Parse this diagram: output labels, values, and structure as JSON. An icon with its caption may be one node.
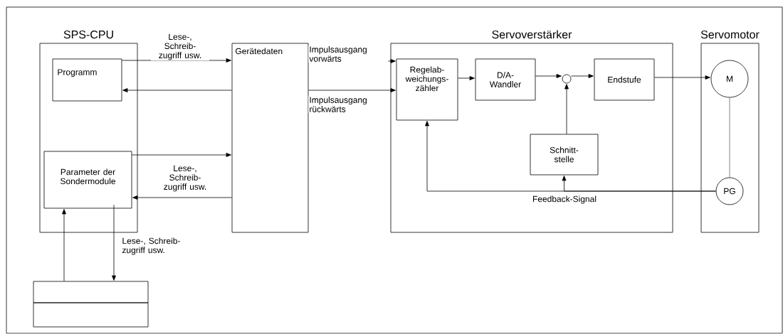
{
  "diagram": {
    "nodes": [
      {
        "text": [
          "SPS-CPU"
        ]
      },
      {
        "text": [
          "Programm"
        ],
        "in": 0
      },
      {
        "text": [
          "Parameter der Sondermodule"
        ],
        "in": 0
      },
      {
        "text": [
          "Gerätedaten"
        ]
      },
      {
        "text": [
          "Servoverstärker"
        ]
      },
      {
        "text": [
          "Regelab- weichungs- zähler"
        ],
        "in": 4
      },
      {
        "text": [
          "D/A- Wandler"
        ],
        "in": 4
      },
      {
        "text": [],
        "shape": "circle",
        "in": 4
      },
      {
        "text": [
          "Endstufe"
        ],
        "in": 4
      },
      {
        "text": [
          "Schnitt- stelle"
        ],
        "in": 4
      },
      {
        "text": [
          "Servomotor"
        ]
      },
      {
        "text": [
          "M"
        ],
        "in": 10
      },
      {
        "text": [
          "PG"
        ],
        "in": 10
      },
      {
        "text": [],
        "shape": "box"
      },
      {
        "text": [],
        "shape": "box"
      }
    ],
    "edges": [
      {
        "from": 1,
        "to": 3,
        "arrow": "to",
        "label": "Lese-, Schreib- zugriff usw."
      },
      {
        "from": 3,
        "to": 1,
        "arrow": "to"
      },
      {
        "from": 2,
        "to": 3,
        "arrow": "to",
        "label": "Lese-, Schreib- zugriff usw."
      },
      {
        "from": 3,
        "to": 2,
        "arrow": "to"
      },
      {
        "from": 3,
        "to": 5,
        "arrow": "to",
        "label": "Impulsausgang vorwärts"
      },
      {
        "from": 3,
        "to": 5,
        "arrow": "to",
        "label": "Impulsausgang rückwärts"
      },
      {
        "from": 5,
        "to": 6,
        "arrow": "to"
      },
      {
        "from": 6,
        "to": 7,
        "arrow": "to"
      },
      {
        "from": 7,
        "to": 8,
        "arrow": "to"
      },
      {
        "from": 9,
        "to": 7,
        "arrow": "to"
      },
      {
        "from": 8,
        "to": 11,
        "arrow": "to"
      },
      {
        "from": 11,
        "to": 12,
        "arrow": "none",
        "color": "#666666"
      },
      {
        "from": 12,
        "to": 5,
        "arrow": "to",
        "label": "Feedback-Signal"
      },
      {
        "from": 12,
        "to": 9,
        "arrow": "to"
      },
      {
        "from": 13,
        "to": 2,
        "arrow": "to"
      },
      {
        "from": 2,
        "to": 13,
        "arrow": "to",
        "label": "Lese-, Schreib- zugriff usw."
      }
    ]
  }
}
